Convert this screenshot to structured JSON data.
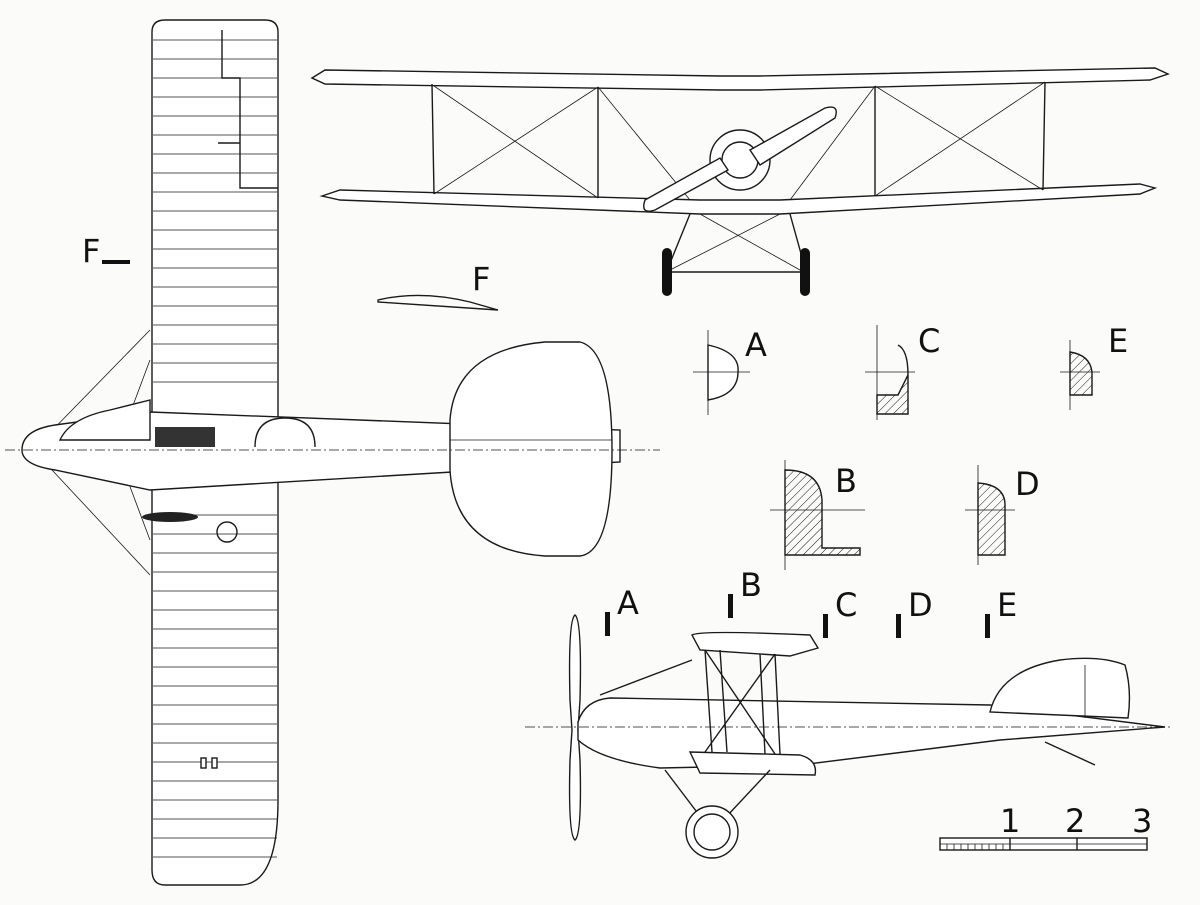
{
  "labels": {
    "plan_section_marker": "F",
    "airfoil_section": "F",
    "sections": [
      "A",
      "B",
      "C",
      "D",
      "E"
    ],
    "stations": [
      "A",
      "B",
      "C",
      "D",
      "E"
    ]
  },
  "scale_bar": {
    "ticks": [
      "1",
      "2",
      "3"
    ]
  },
  "colors": {
    "ink": "#1a1a1a",
    "paper": "#fbfbfa"
  }
}
